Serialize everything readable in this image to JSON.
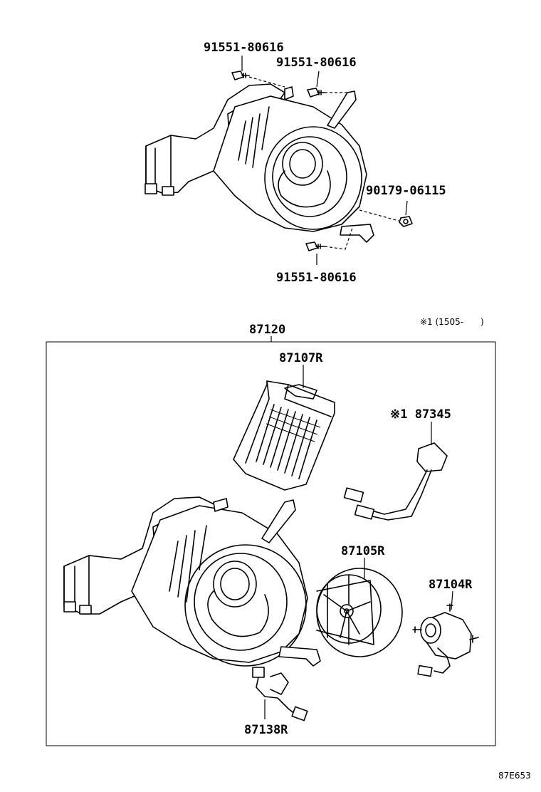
{
  "diagram": {
    "top_labels": {
      "bolt_left": "91551-80616",
      "bolt_right": "91551-80616",
      "nut": "90179-06115",
      "bolt_bottom": "91551-80616"
    },
    "assembly_label": "87120",
    "note": "※1 (1505-　　)",
    "part_labels": {
      "radiator": "87107R",
      "harness_resistor": "※1 87345",
      "fan": "87105R",
      "motor": "87104R",
      "harness": "87138R"
    },
    "corner_code": "87E653"
  }
}
